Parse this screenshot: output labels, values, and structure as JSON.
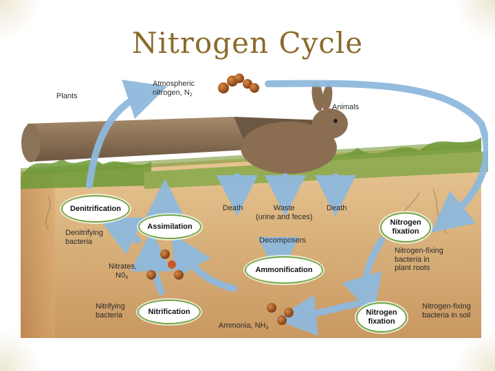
{
  "slide": {
    "title": "Nitrogen Cycle"
  },
  "labels": {
    "atmospheric": "Atmospheric",
    "nitrogen_n": "nitrogen, N",
    "nitrogen_sub": "2",
    "plants": "Plants",
    "animals": "Animals",
    "death_left": "Death",
    "waste": "Waste",
    "waste_detail": "(urine and feces)",
    "death_right": "Death",
    "decomposers": "Decomposers",
    "denitrifying_1": "Denitrifying",
    "denitrifying_2": "bacteria",
    "nitrates": "Nitrates,",
    "no3": "N0",
    "no3_sub": "3",
    "nitrifying_1": "Nitrifying",
    "nitrifying_2": "bacteria",
    "ammonia": "Ammonia, NH",
    "ammonia_sub": "3",
    "nfix_roots_1": "Nitrogen-fixing",
    "nfix_roots_2": "bacteria in",
    "nfix_roots_3": "plant roots",
    "nfix_soil_1": "Nitrogen-fixing",
    "nfix_soil_2": "bacteria in soil"
  },
  "processes": {
    "denitrification": "Denitrification",
    "assimilation": "Assimilation",
    "ammonification": "Ammonification",
    "nitrification": "Nitrification",
    "nfix_top_1": "Nitrogen",
    "nfix_top_2": "fixation",
    "nfix_bottom_1": "Nitrogen",
    "nfix_bottom_2": "fixation"
  },
  "colors": {
    "arrow": "#8fb9dd",
    "pill_border": "#6fa843",
    "soil": "#d9b27c",
    "molecule": "#a0521c"
  }
}
